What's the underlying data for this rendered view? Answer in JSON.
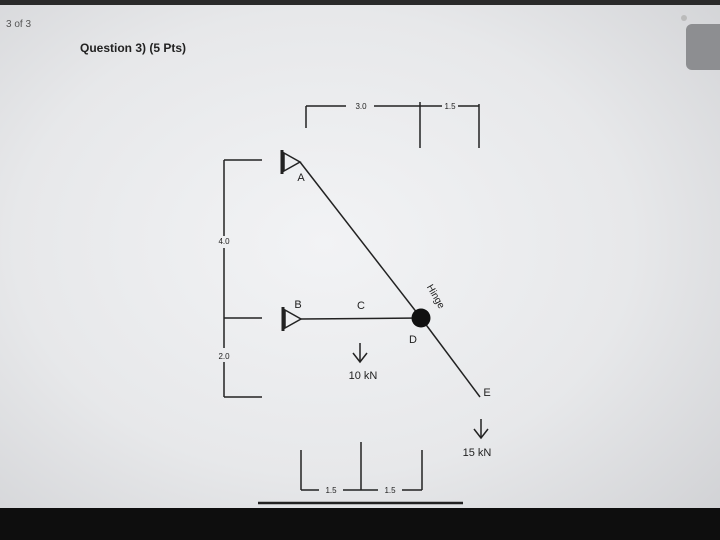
{
  "page_counter": "3 of 3",
  "question_title": "Question 3) (5 Pts)",
  "diagram": {
    "points": {
      "a": "A",
      "b": "B",
      "c": "C",
      "d": "D",
      "e": "E"
    },
    "hinge_label": "Hinge",
    "loads": {
      "c_load": "10 kN",
      "e_load": "15 kN"
    },
    "dims": {
      "top_left": "3.0",
      "top_right": "1.5",
      "left_upper": "4.0",
      "left_lower": "2.0",
      "bottom_left": "1.5",
      "bottom_right": "1.5"
    }
  }
}
